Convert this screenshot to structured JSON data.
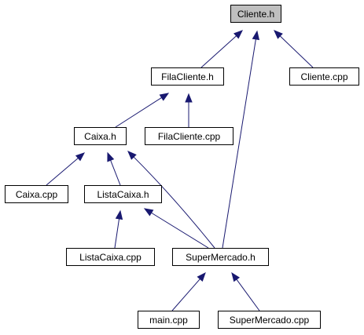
{
  "diagram": {
    "nodes": [
      {
        "id": "cliente_h",
        "label": "Cliente.h",
        "highlighted": true
      },
      {
        "id": "filacliente_h",
        "label": "FilaCliente.h"
      },
      {
        "id": "cliente_cpp",
        "label": "Cliente.cpp"
      },
      {
        "id": "caixa_h",
        "label": "Caixa.h"
      },
      {
        "id": "filacliente_cpp",
        "label": "FilaCliente.cpp"
      },
      {
        "id": "caixa_cpp",
        "label": "Caixa.cpp"
      },
      {
        "id": "listacaixa_h",
        "label": "ListaCaixa.h"
      },
      {
        "id": "listacaixa_cpp",
        "label": "ListaCaixa.cpp"
      },
      {
        "id": "supermercado_h",
        "label": "SuperMercado.h"
      },
      {
        "id": "main_cpp",
        "label": "main.cpp"
      },
      {
        "id": "supermercado_cpp",
        "label": "SuperMercado.cpp"
      }
    ],
    "edges": [
      {
        "from": "filacliente_h",
        "to": "cliente_h"
      },
      {
        "from": "supermercado_h",
        "to": "cliente_h"
      },
      {
        "from": "cliente_cpp",
        "to": "cliente_h"
      },
      {
        "from": "caixa_h",
        "to": "filacliente_h"
      },
      {
        "from": "filacliente_cpp",
        "to": "filacliente_h"
      },
      {
        "from": "caixa_cpp",
        "to": "caixa_h"
      },
      {
        "from": "listacaixa_h",
        "to": "caixa_h"
      },
      {
        "from": "supermercado_h",
        "to": "caixa_h"
      },
      {
        "from": "listacaixa_cpp",
        "to": "listacaixa_h"
      },
      {
        "from": "supermercado_h",
        "to": "listacaixa_h"
      },
      {
        "from": "main_cpp",
        "to": "supermercado_h"
      },
      {
        "from": "supermercado_cpp",
        "to": "supermercado_h"
      }
    ],
    "colors": {
      "edge": "#191970",
      "node_border": "#000000",
      "highlight_fill": "#bfbfbf",
      "node_fill": "#ffffff"
    }
  }
}
